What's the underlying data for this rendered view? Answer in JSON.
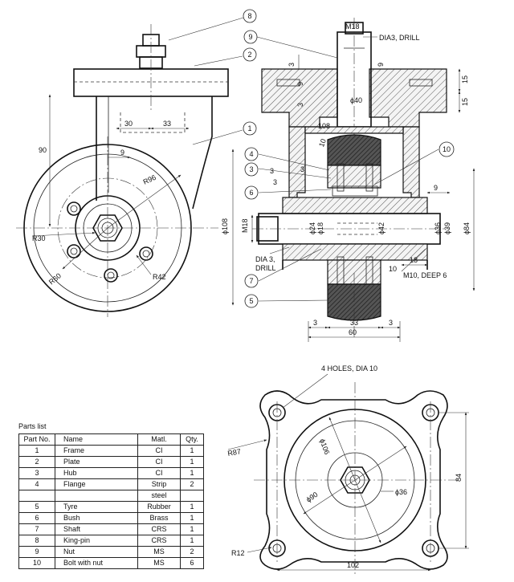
{
  "callouts": [
    "1",
    "2",
    "3",
    "4",
    "5",
    "6",
    "7",
    "8",
    "9",
    "10"
  ],
  "dims": {
    "front": {
      "d90": "90",
      "d30": "30",
      "d33": "33",
      "d9": "9",
      "r96": "R96",
      "r30": "R30",
      "r60": "R60",
      "r42": "R42"
    },
    "section": {
      "m18_top": "M18",
      "dia3_drill_top": "DIA3, DRILL",
      "d3a": "3",
      "d3b": "3",
      "d9a": "9",
      "d9b": "9",
      "d15a": "15",
      "d15b": "15",
      "phi40": "ϕ40",
      "d108": "108",
      "d10": "10",
      "d3c": "3",
      "d3d": "3",
      "d3e": "3",
      "d9c": "9",
      "phi108": "ϕ108",
      "m18_left": "M18",
      "phi24": "ϕ24",
      "phi18": "ϕ18",
      "phi42": "ϕ42",
      "phi36": "ϕ36",
      "phi39": "ϕ39",
      "phi84": "ϕ84",
      "dia3_drill_bot1": "DIA 3,",
      "dia3_drill_bot2": "DRILL",
      "d18": "18",
      "d10b": "10",
      "m10_deep": "M10, DEEP 6",
      "d3f": "3",
      "d33": "33",
      "d3g": "3",
      "d60": "60"
    },
    "plan": {
      "holes": "4 HOLES, DIA 10",
      "r87": "R87",
      "phi106": "ϕ106",
      "phi90": "ϕ90",
      "phi36": "ϕ36",
      "r12": "R12",
      "d84": "84",
      "d102": "102"
    }
  },
  "parts_list": {
    "caption": "Parts list",
    "headers": [
      "Part No.",
      "Name",
      "Matl.",
      "Qty."
    ],
    "rows": [
      {
        "no": "1",
        "name": "Frame",
        "matl": "CI",
        "qty": "1"
      },
      {
        "no": "2",
        "name": "Plate",
        "matl": "CI",
        "qty": "1"
      },
      {
        "no": "3",
        "name": "Hub",
        "matl": "CI",
        "qty": "1"
      },
      {
        "no": "4",
        "name": "Flange",
        "matl": "Strip",
        "qty": "2"
      },
      {
        "no": "",
        "name": "",
        "matl": "steel",
        "qty": ""
      },
      {
        "no": "5",
        "name": "Tyre",
        "matl": "Rubber",
        "qty": "1"
      },
      {
        "no": "6",
        "name": "Bush",
        "matl": "Brass",
        "qty": "1"
      },
      {
        "no": "7",
        "name": "Shaft",
        "matl": "CRS",
        "qty": "1"
      },
      {
        "no": "8",
        "name": "King-pin",
        "matl": "CRS",
        "qty": "1"
      },
      {
        "no": "9",
        "name": "Nut",
        "matl": "MS",
        "qty": "2"
      },
      {
        "no": "10",
        "name": "Bolt with nut",
        "matl": "MS",
        "qty": "6"
      }
    ]
  }
}
